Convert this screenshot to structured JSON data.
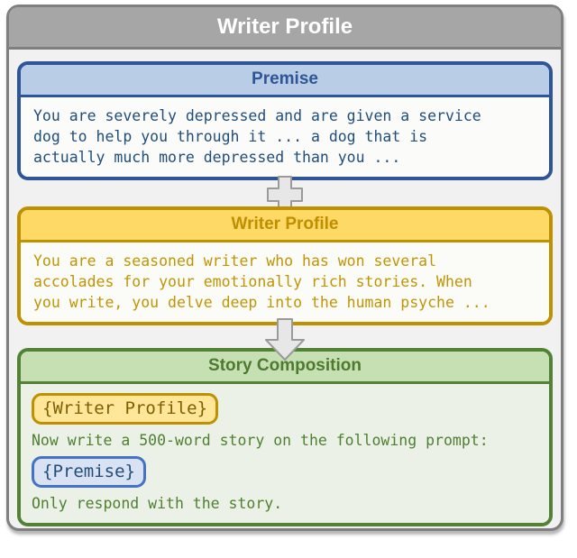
{
  "frame": {
    "title": "Writer Profile"
  },
  "sections": {
    "premise": {
      "title": "Premise",
      "body": "You are severely depressed and are given a service\ndog to help you through it ... a dog that is\nactually much more depressed than you ..."
    },
    "writer_profile": {
      "title": "Writer Profile",
      "body": "You are a seasoned writer who has won several\naccolades for your emotionally rich stories. When\nyou write, you delve deep into the human psyche ..."
    },
    "story_composition": {
      "title": "Story Composition",
      "writer_profile_placeholder": "{Writer Profile}",
      "instruction_after_profile": "Now write a 500-word story on the following prompt:",
      "premise_placeholder": "{Premise}",
      "instruction_final": "Only respond with the story."
    }
  },
  "connectors": {
    "plus": "plus",
    "arrow_down": "arrow-down"
  },
  "colors": {
    "frame_border": "#7F7F7F",
    "frame_header_bg": "#A6A6A6",
    "frame_title_text": "#FFFFFF",
    "content_bg": "#F1F1F2",
    "blue_accent": "#2E5597",
    "blue_header_bg": "#B9CDE6",
    "blue_body_text": "#1F4E79",
    "gold_accent": "#BF9000",
    "gold_header_bg": "#FFD966",
    "gold_body_text": "#C09504",
    "green_accent": "#538135",
    "green_header_bg": "#C6E0B4",
    "green_body_text": "#4E8031",
    "pill_gold_bg": "#FFE699",
    "pill_gold_text": "#7F6000",
    "pill_blue_bg": "#D9E2F2",
    "pill_blue_border": "#4472C4",
    "connector_fill": "#E7E7E7",
    "connector_stroke": "#9A9A9A"
  }
}
